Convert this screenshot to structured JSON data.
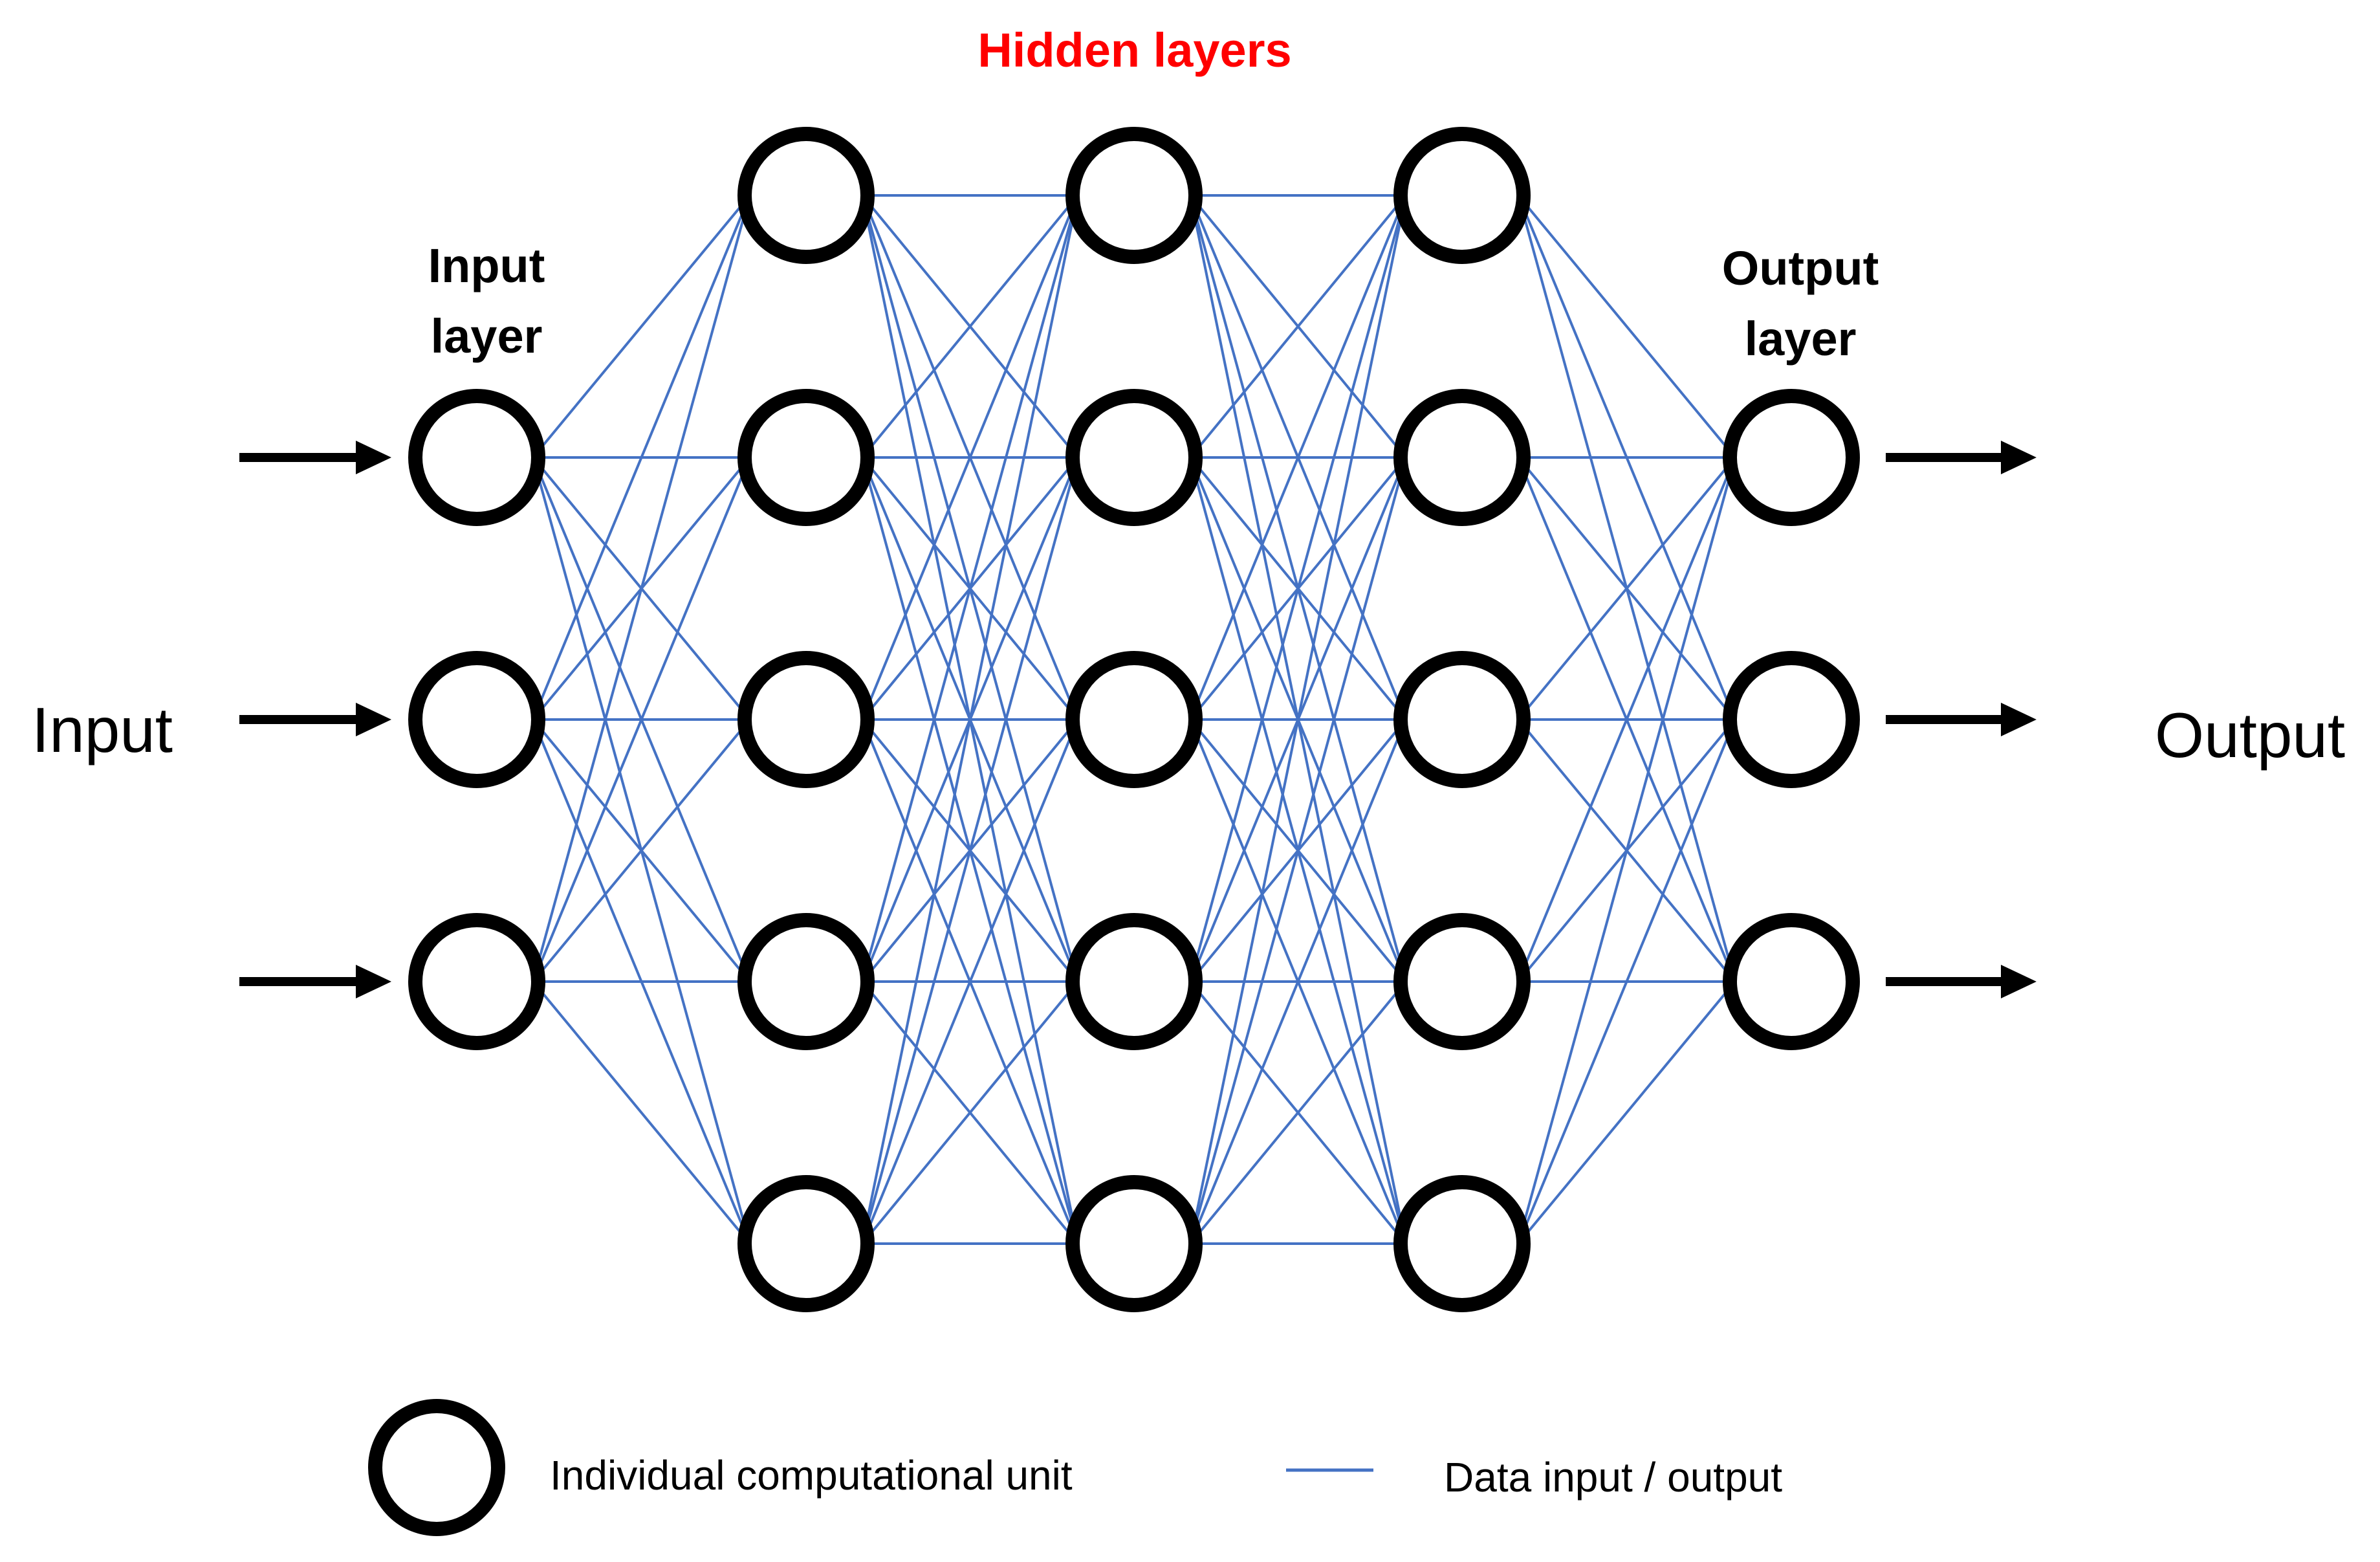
{
  "title": "Hidden layers",
  "labels": {
    "input_layer_line1": "Input",
    "input_layer_line2": "layer",
    "output_layer_line1": "Output",
    "output_layer_line2": "layer",
    "input": "Input",
    "output": "Output"
  },
  "legend": {
    "unit_label": "Individual computational unit",
    "connection_label": "Data input / output"
  },
  "network": {
    "layers": [
      {
        "name": "input-layer",
        "nodes": 3
      },
      {
        "name": "hidden-layer-1",
        "nodes": 5
      },
      {
        "name": "hidden-layer-2",
        "nodes": 5
      },
      {
        "name": "hidden-layer-3",
        "nodes": 5
      },
      {
        "name": "output-layer",
        "nodes": 3
      }
    ],
    "input_arrows": 3,
    "output_arrows": 3
  },
  "colors": {
    "title": "#ff0000",
    "connection": "#4472c4",
    "node_stroke": "#000000",
    "text": "#000000"
  }
}
